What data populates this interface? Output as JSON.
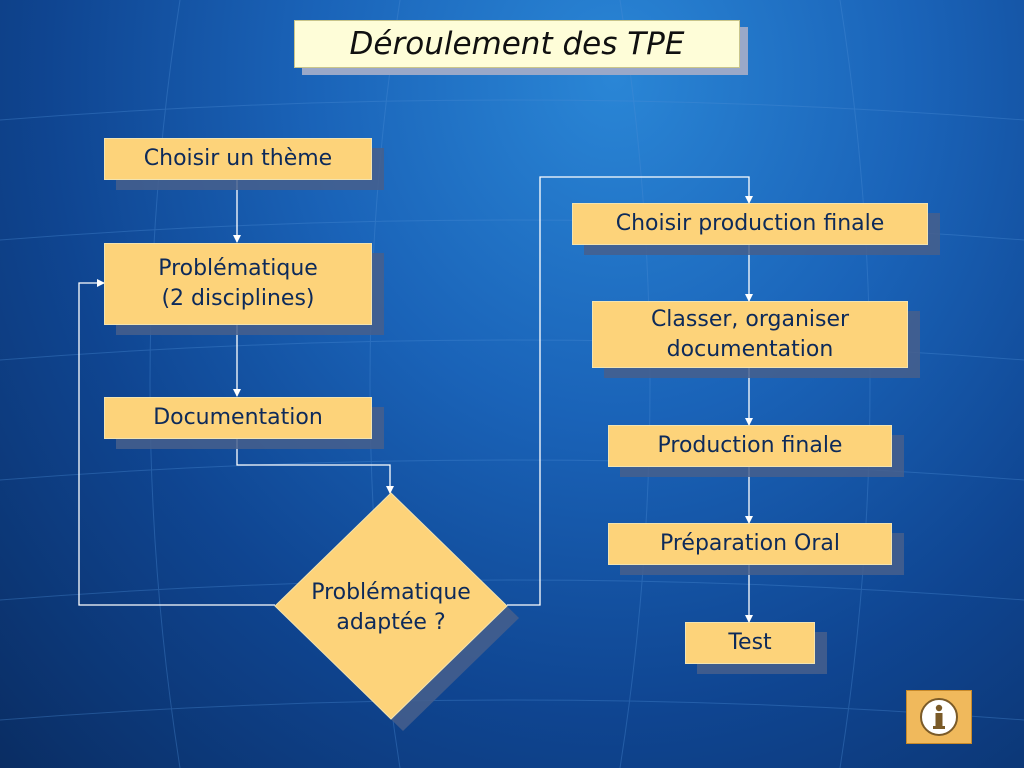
{
  "title": "Déroulement des TPE",
  "nodes": {
    "choisir_theme": "Choisir un  thème",
    "problematique": "Problématique\n(2 disciplines)",
    "documentation": "Documentation",
    "problematique_adaptee": "Problématique\nadaptée ?",
    "choisir_production": "Choisir production finale",
    "classer": "Classer, organiser\n documentation",
    "production_finale": "Production finale",
    "preparation_oral": "Préparation Oral",
    "test": "Test"
  },
  "icons": {
    "info": "info-icon"
  },
  "colors": {
    "node_fill": "#fdd37a",
    "node_text": "#0d2a5a",
    "title_fill": "#fefdd8",
    "connector": "#ffffff",
    "background": "#1a63b8"
  }
}
